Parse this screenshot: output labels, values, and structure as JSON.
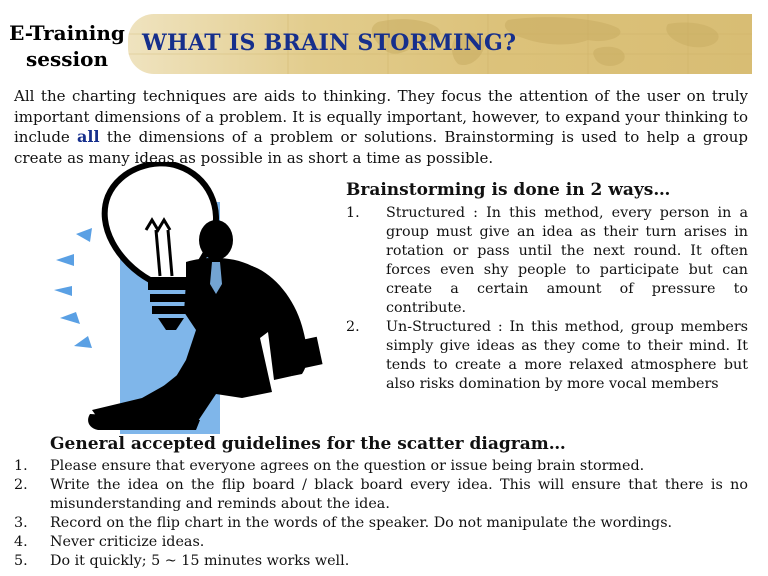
{
  "header": {
    "label_line1": "E-Training",
    "label_line2": "session",
    "title": "WHAT IS BRAIN STORMING?"
  },
  "intro": {
    "before": "All the charting techniques are aids to thinking. They focus the attention of the user on truly important dimensions of a problem. It is equally important, however, to expand your thinking to include ",
    "emphasis": "all",
    "after": " the dimensions of a problem or solutions. Brainstorming is used to help a group create as many ideas as possible in as short a time as possible."
  },
  "illustration": {
    "icon": "businessman-with-lightbulb-icon",
    "colors": {
      "panel": "#7fb6ea",
      "rays": "#5aa0e4",
      "figure": "#000000"
    }
  },
  "ways": {
    "heading": "Brainstorming is done in 2 ways…",
    "items": [
      {
        "num": "1.",
        "text": "Structured : In this method, every person in a group must give an idea as their turn arises in rotation or pass until the next round. It often forces even shy people to participate but can create a certain amount of pressure to contribute."
      },
      {
        "num": "2.",
        "text": "Un-Structured : In this method, group members simply give ideas as they come to their mind. It tends to create a more relaxed atmosphere but also risks domination by more vocal members"
      }
    ]
  },
  "guidelines": {
    "heading": "General accepted guidelines for the scatter diagram…",
    "items": [
      {
        "num": "1.",
        "text": "Please ensure that everyone agrees on the question or issue being brain stormed."
      },
      {
        "num": "2.",
        "text": "Write the idea on the flip board / black board every idea. This will ensure that there is no misunderstanding and reminds about the idea."
      },
      {
        "num": "3.",
        "text": "Record on the flip chart in the words of the speaker. Do not manipulate the wordings."
      },
      {
        "num": "4.",
        "text": "Never criticize ideas."
      },
      {
        "num": "5.",
        "text": "Do it quickly; 5 ~ 15 minutes works well."
      }
    ]
  },
  "colors": {
    "title": "#162f8c",
    "banner": "#dcc27a"
  }
}
